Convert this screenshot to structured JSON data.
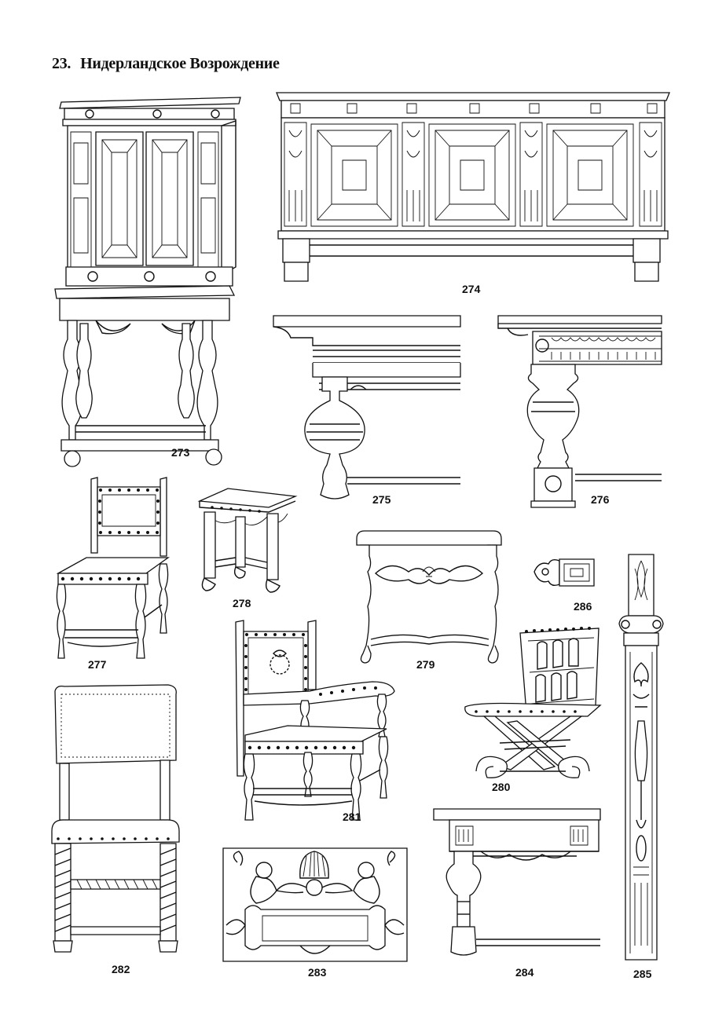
{
  "page": {
    "section_number": "23.",
    "section_title": "Нидерландское Возрождение"
  },
  "figures": [
    {
      "id": "273",
      "label": "273"
    },
    {
      "id": "274",
      "label": "274"
    },
    {
      "id": "275",
      "label": "275"
    },
    {
      "id": "276",
      "label": "276"
    },
    {
      "id": "277",
      "label": "277"
    },
    {
      "id": "278",
      "label": "278"
    },
    {
      "id": "279",
      "label": "279"
    },
    {
      "id": "280",
      "label": "280"
    },
    {
      "id": "281",
      "label": "281"
    },
    {
      "id": "282",
      "label": "282"
    },
    {
      "id": "283",
      "label": "283"
    },
    {
      "id": "284",
      "label": "284"
    },
    {
      "id": "285",
      "label": "285"
    },
    {
      "id": "286",
      "label": "286"
    }
  ]
}
